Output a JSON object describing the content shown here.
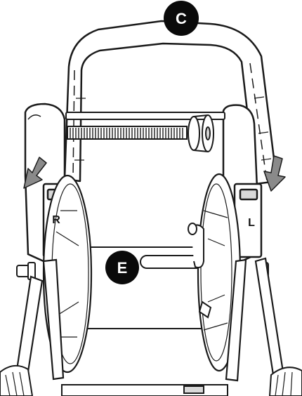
{
  "callouts": {
    "c": "C",
    "e": "E"
  },
  "side_labels": {
    "right": "R",
    "left": "L"
  },
  "colors": {
    "line": "#1a1a1a",
    "callout_fill": "#0a0a0a",
    "arrow_fill": "#8a8a8a",
    "shade": "#d9d9d9"
  }
}
